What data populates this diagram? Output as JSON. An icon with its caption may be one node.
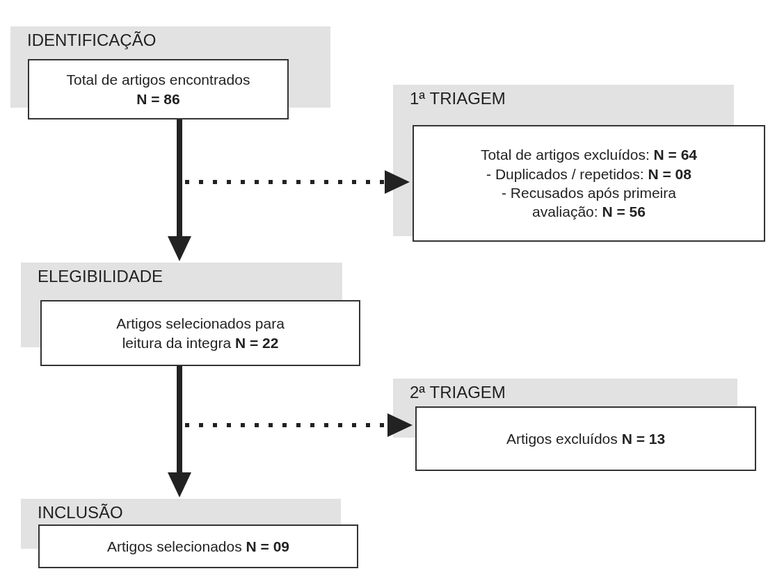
{
  "diagram": {
    "nodes": [
      {
        "text": [
          "IDENTIFICAÇÃO"
        ]
      },
      {
        "text": [
          "Total de artigos encontrados **N = 86**"
        ]
      },
      {
        "text": [
          "1ª TRIAGEM"
        ]
      },
      {
        "text": [
          "Total de artigos excluídos: **N =  64**",
          "- Duplicados / repetidos: **N = 08**",
          "- Recusados após primeira avaliação: **N =  56**"
        ]
      },
      {
        "text": [
          "ELEGIBILIDADE"
        ]
      },
      {
        "text": [
          "Artigos selecionados para leitura da integra **N = 22**"
        ]
      },
      {
        "text": [
          "2ª TRIAGEM"
        ]
      },
      {
        "text": [
          "Artigos excluídos **N = 13**"
        ]
      },
      {
        "text": [
          "INCLUSÃO"
        ]
      },
      {
        "text": [
          "Artigos selecionados **N = 09**"
        ]
      }
    ],
    "edges": [
      {
        "from": 1,
        "to": 4,
        "arrow": "to"
      },
      {
        "from": null,
        "to": 3,
        "arrow": "to",
        "style": "dashed"
      },
      {
        "from": 5,
        "to": 8,
        "arrow": "to"
      },
      {
        "from": null,
        "to": 7,
        "arrow": "to",
        "style": "dashed"
      }
    ]
  }
}
